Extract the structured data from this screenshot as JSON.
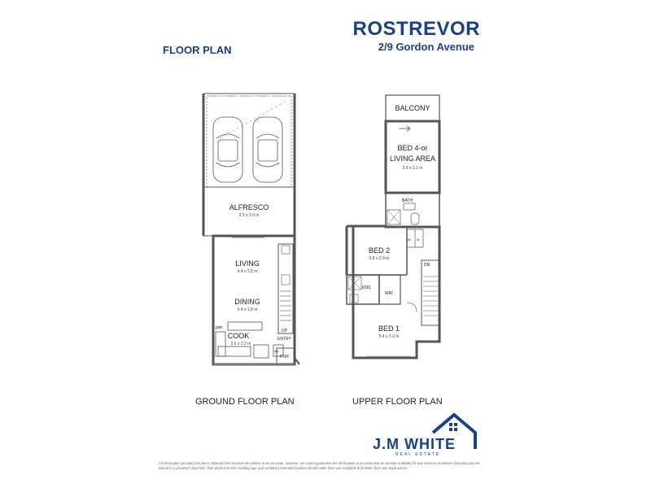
{
  "header": {
    "title": "ROSTREVOR",
    "address": "2/9 Gordon Avenue",
    "section_heading": "FLOOR PLAN"
  },
  "ground_floor": {
    "label": "GROUND FLOOR PLAN",
    "rooms": {
      "alfresco": {
        "name": "ALFRESCO",
        "dims": "3.3 x 3.0 m"
      },
      "living": {
        "name": "LIVING",
        "dims": "4.4 x 3.8 m"
      },
      "dining": {
        "name": "DINING",
        "dims": "4.4 x 1.8 m"
      },
      "cook": {
        "name": "COOK",
        "dims": "3.6 x 2.2 m"
      },
      "pan": "pan",
      "up": "UP",
      "entry": "ENTRY",
      "ldry": "ldry",
      "por": "POR"
    }
  },
  "upper_floor": {
    "label": "UPPER FLOOR PLAN",
    "rooms": {
      "balcony": {
        "name": "BALCONY"
      },
      "bed4_line1": "BED 4-or",
      "bed4_line2": "LIVING AREA",
      "bed4_dims": "3.9 x 3.1 m",
      "bath": "BATH",
      "bed2": {
        "name": "BED 2",
        "dims": "3.8 x 2.9 m"
      },
      "ens": "ENS.",
      "wir": "WIR",
      "bed1": {
        "name": "BED 1",
        "dims": "5.4 x 3.3 m"
      },
      "dn": "DN",
      "lin": "lin",
      "wc": "W"
    }
  },
  "brand": {
    "name": "J.M WHITE",
    "tagline": "REAL ESTATE",
    "color": "#1c3f86"
  },
  "disclaimer": "All information provided has been obtained from sources we believe to be accurate, however, we cannot guarantee the information is accurate and we accept no liability for any errors or omissions (including but not limited to a property's land size, floor plans and size, building age and condition) Interested parties should make their own enquiries and obtain their own legal advice."
}
